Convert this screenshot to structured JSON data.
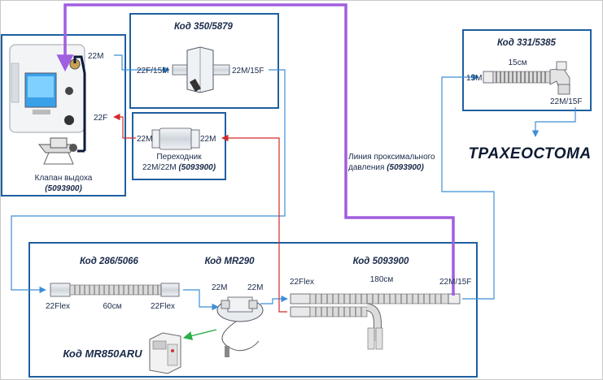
{
  "ventilator": {
    "port_out": "22M",
    "port_in": "22F",
    "valve_label": "Клапан выдоха",
    "valve_code": "(5093900)"
  },
  "filter": {
    "code": "Код 350/5879",
    "port_left": "22F/15M",
    "port_right": "22M/15F"
  },
  "adapter": {
    "port_left": "22M",
    "port_right": "22M",
    "name": "Переходник",
    "spec": "22M/22M",
    "code": "(5093900)"
  },
  "trach_tube": {
    "code": "Код 331/5385",
    "port_left": "15M",
    "length": "15см",
    "port_right": "22M/15F"
  },
  "target": {
    "label": "ТРАХЕОСТОМА"
  },
  "proximal_line": {
    "line1": "Линия проксимального",
    "line2": "давления",
    "code": "(5093900)"
  },
  "circuit": {
    "hose_code": "Код 286/5066",
    "hose_left": "22Flex",
    "hose_length": "60см",
    "hose_right": "22Flex",
    "chamber_code": "Код MR290",
    "chamber_port_left": "22M",
    "chamber_port_right": "22M",
    "circuit_code": "Код 5093900",
    "circuit_port_left": "22Flex",
    "circuit_length": "180см",
    "circuit_port_right": "22M/15F",
    "humidifier_code": "Код MR850ARU"
  },
  "colors": {
    "frame_blue": "#1e5fa0",
    "flow_blue": "#3d8fd6",
    "return_red": "#d42a2a",
    "proximal_purple": "#a05ee0",
    "humidifier_green": "#2fae4a",
    "outer_border": "#c8c8c8"
  }
}
